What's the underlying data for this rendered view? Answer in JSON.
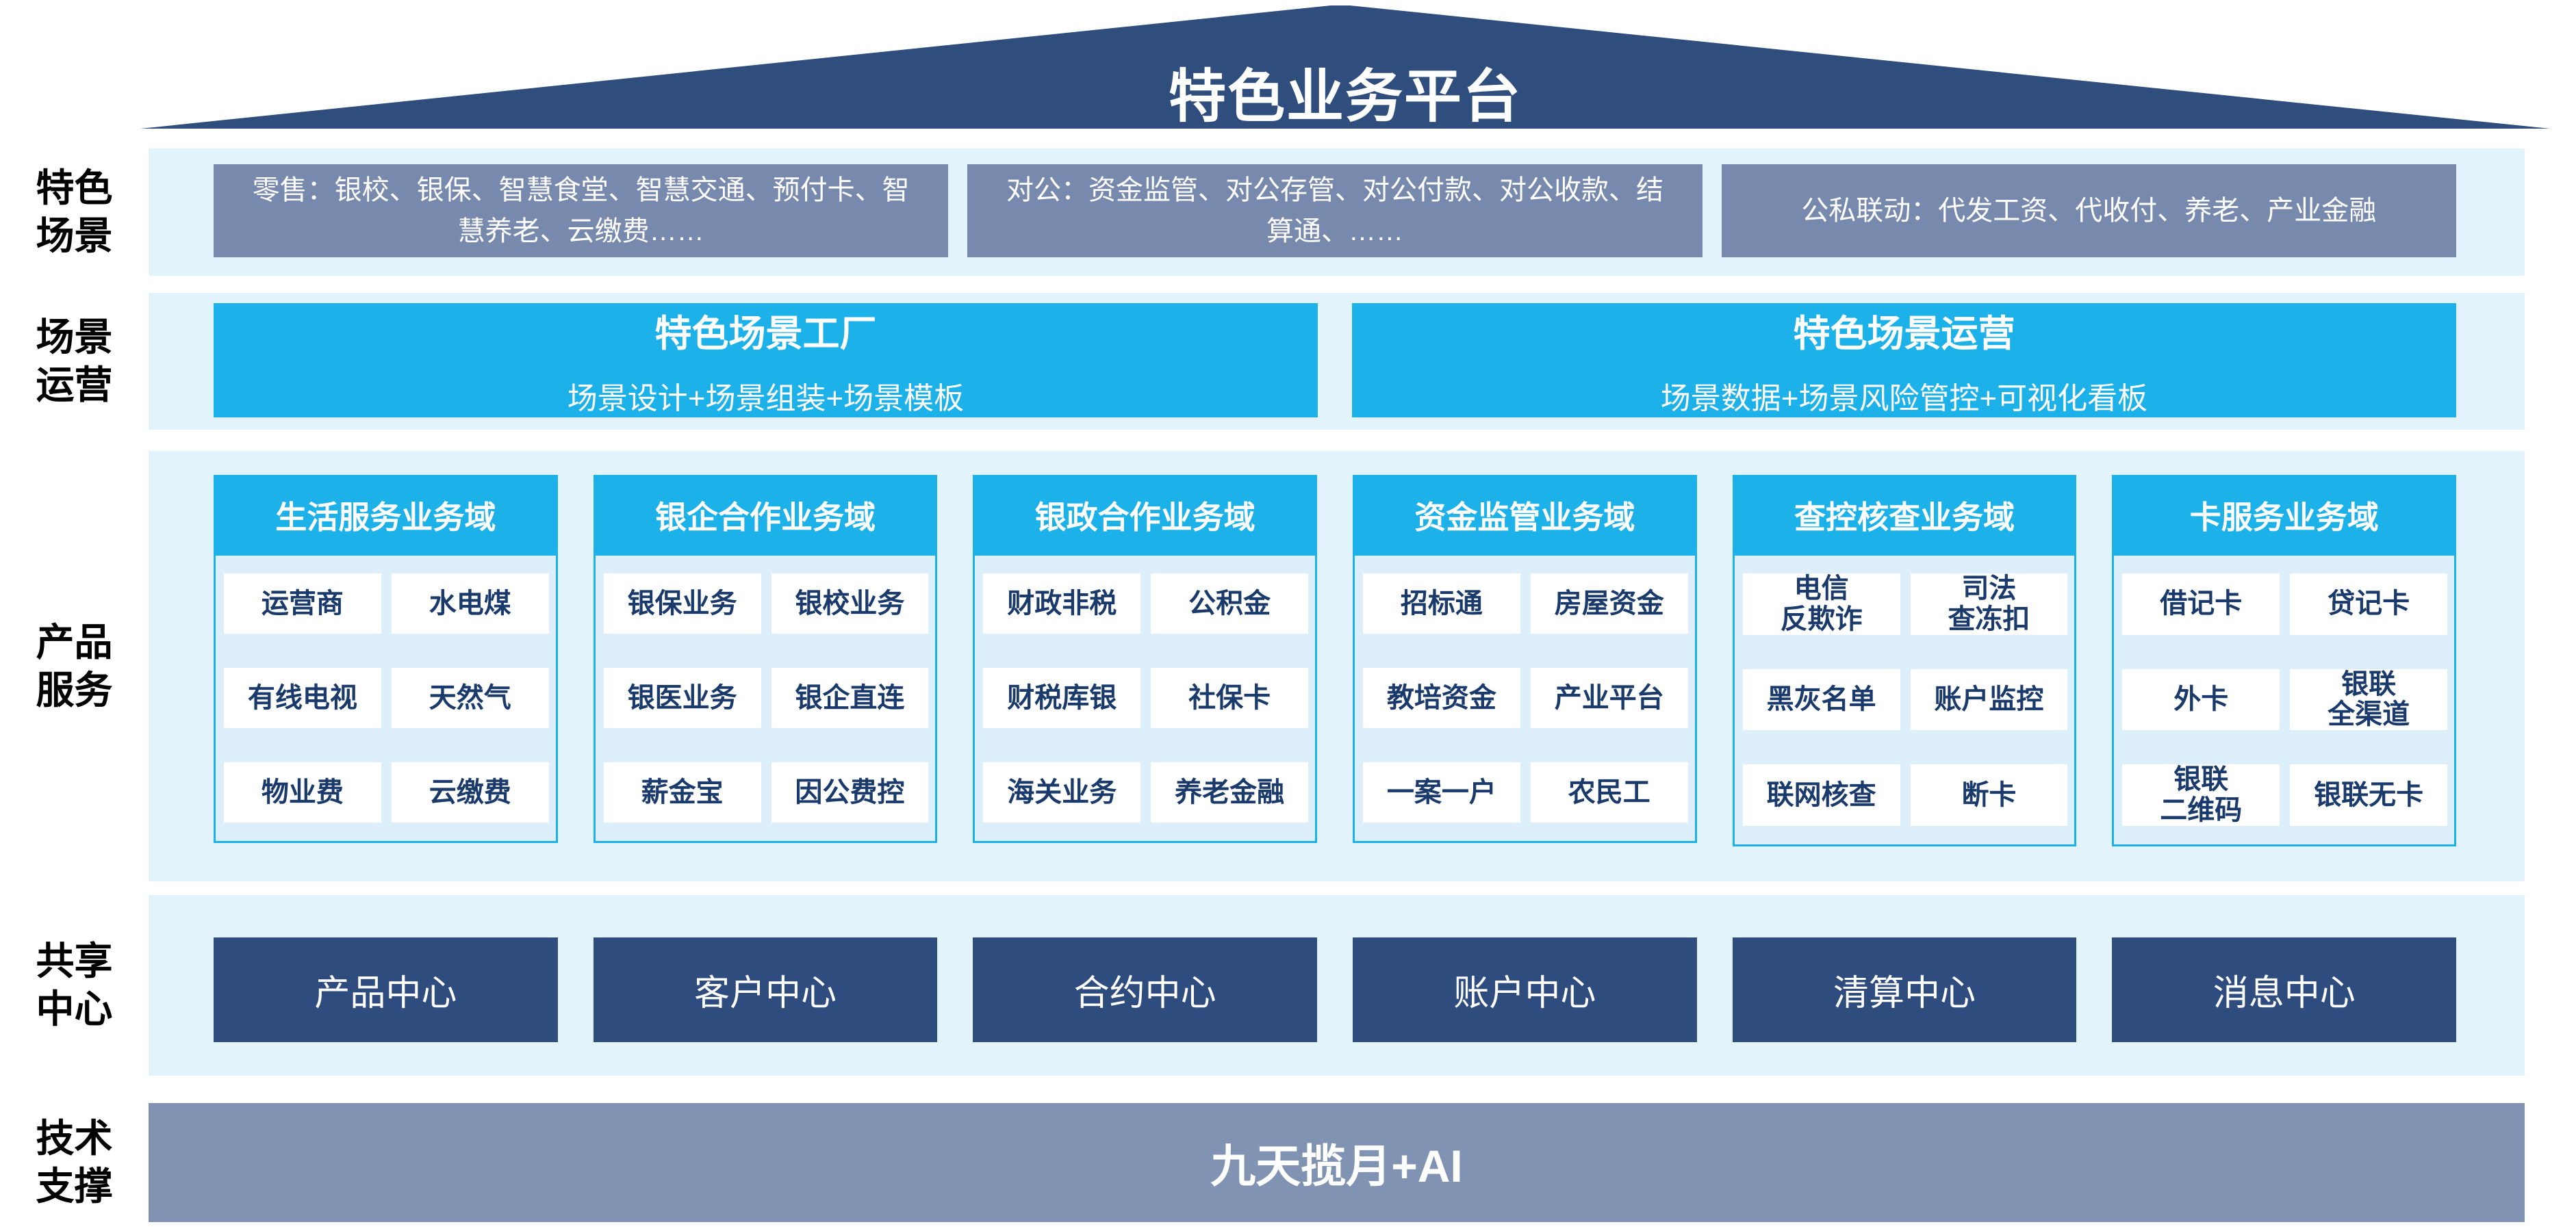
{
  "page": {
    "title": "特色业务平台"
  },
  "colors": {
    "roof_navy": "#2F4E7D",
    "share_navy": "#2E4C7D",
    "scene_gray_blue": "#7889AE",
    "tech_gray_blue": "#8193B3",
    "cyan": "#1CB1E9",
    "band_light_blue": "#E2F3FC",
    "item_text_navy": "#1A3A6B"
  },
  "side_labels": [
    {
      "text": "特色\n场景"
    },
    {
      "text": "场景\n运营"
    },
    {
      "text": "产品\n服务"
    },
    {
      "text": "共享\n中心"
    },
    {
      "text": "技术\n支撑"
    }
  ],
  "scene_row": {
    "boxes": [
      "零售：银校、银保、智慧食堂、智慧交通、预付卡、智慧养老、云缴费……",
      "对公：资金监管、对公存管、对公付款、对公收款、结算通、……",
      "公私联动：代发工资、代收付、养老、产业金融"
    ]
  },
  "operation_row": {
    "boxes": [
      {
        "title": "特色场景工厂",
        "subtitle": "场景设计+场景组装+场景模板"
      },
      {
        "title": "特色场景运营",
        "subtitle": "场景数据+场景风险管控+可视化看板"
      }
    ]
  },
  "product_row": {
    "columns": [
      {
        "header": "生活服务业务域",
        "items": [
          "运营商",
          "水电煤",
          "有线电视",
          "天然气",
          "物业费",
          "云缴费"
        ]
      },
      {
        "header": "银企合作业务域",
        "items": [
          "银保业务",
          "银校业务",
          "银医业务",
          "银企直连",
          "薪金宝",
          "因公费控"
        ]
      },
      {
        "header": "银政合作业务域",
        "items": [
          "财政非税",
          "公积金",
          "财税库银",
          "社保卡",
          "海关业务",
          "养老金融"
        ]
      },
      {
        "header": "资金监管业务域",
        "items": [
          "招标通",
          "房屋资金",
          "教培资金",
          "产业平台",
          "一案一户",
          "农民工"
        ]
      },
      {
        "header": "查控核查业务域",
        "items": [
          "电信\n反欺诈",
          "司法\n查冻扣",
          "黑灰名单",
          "账户监控",
          "联网核查",
          "断卡"
        ]
      },
      {
        "header": "卡服务业务域",
        "items": [
          "借记卡",
          "贷记卡",
          "外卡",
          "银联\n全渠道",
          "银联\n二维码",
          "银联无卡"
        ]
      }
    ]
  },
  "share_row": {
    "boxes": [
      "产品中心",
      "客户中心",
      "合约中心",
      "账户中心",
      "清算中心",
      "消息中心"
    ]
  },
  "tech_row": {
    "label": "九天揽月+AI"
  }
}
